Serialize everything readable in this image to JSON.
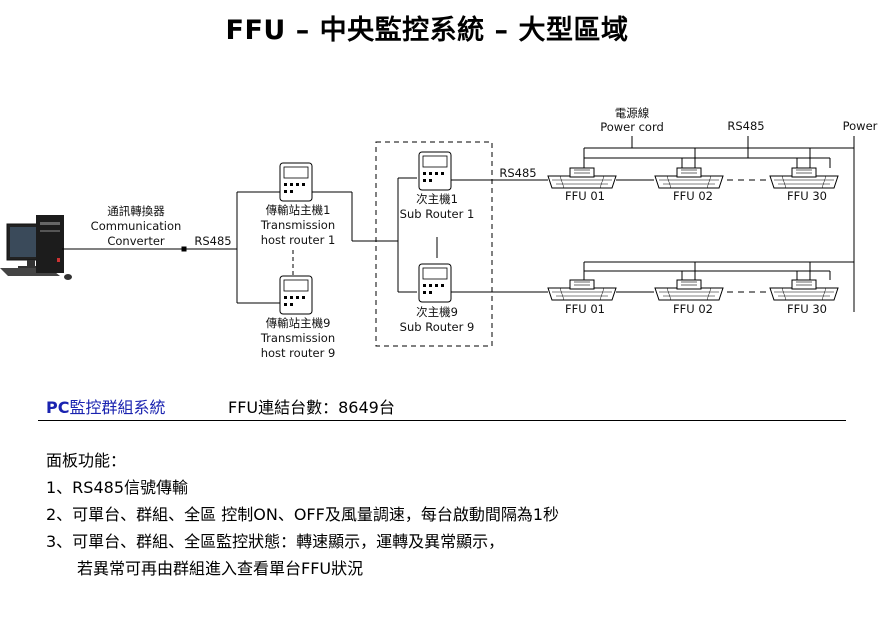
{
  "title": "FFU – 中央監控系統 – 大型區域",
  "diagram": {
    "converter": [
      "通訊轉換器",
      "Communication",
      "Converter"
    ],
    "rs485_converter": "RS485",
    "host1": [
      "傳輸站主機1",
      "Transmission",
      "host router 1"
    ],
    "host9": [
      "傳輸站主機9",
      "Transmission",
      "host router 9"
    ],
    "sub1": [
      "次主機1",
      "Sub Router 1"
    ],
    "sub9": [
      "次主機9",
      "Sub Router 9"
    ],
    "rs485_sub": "RS485",
    "power_cord": [
      "電源線",
      "Power cord"
    ],
    "rs485_top": "RS485",
    "power": "Power",
    "ffu_row1": [
      "FFU 01",
      "FFU 02",
      "FFU 30"
    ],
    "ffu_row2": [
      "FFU 01",
      "FFU 02",
      "FFU 30"
    ]
  },
  "summary": {
    "pc_prefix": "PC",
    "pc_system": "監控群組系統",
    "ffu_count": "FFU連結台數：8649台"
  },
  "features": {
    "heading": "面板功能：",
    "item1": "1、RS485信號傳輸",
    "item2": "2、可單台、群組、全區 控制ON、OFF及風量調速，每台啟動間隔為1秒",
    "item3": "3、可單台、群組、全區監控狀態：轉速顯示，運轉及異常顯示，",
    "item3b": "若異常可再由群組進入查看單台FFU狀況"
  }
}
